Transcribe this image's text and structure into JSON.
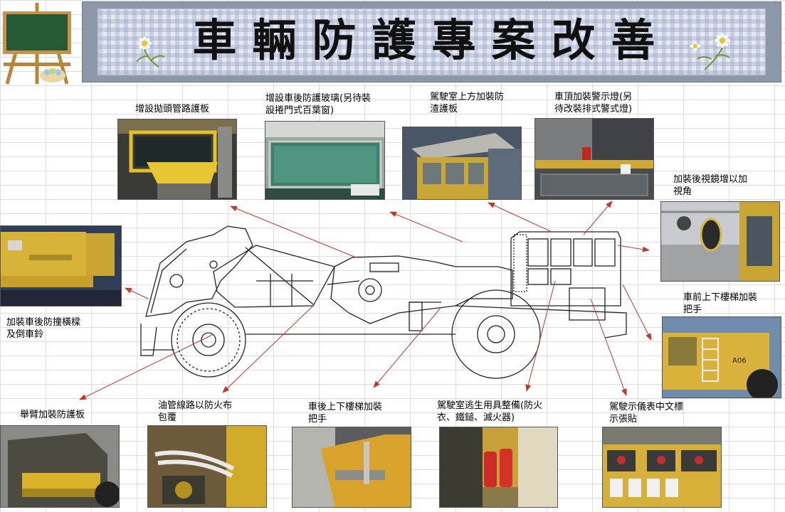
{
  "title": "車輛防護專案改善",
  "labels": {
    "top_1": "增設拋頭管路護板",
    "top_2": "增設車後防護玻璃(另待裝\n設捲門式百葉窗)",
    "top_3": "駕駛室上方加裝防\n渣護板",
    "top_4": "車頂加裝警示燈(另\n待改裝排式警式燈)",
    "right_1": "加裝後視鏡增以加\n視角",
    "right_2": "車前上下樓梯加裝\n把手",
    "left_1": "加裝車後防撞橫樑\n及倒車鈴",
    "bottom_1": "舉臂加裝防護板",
    "bottom_2": "油管線路以防火布\n包覆",
    "bottom_3": "車後上下樓梯加裝\n把手",
    "bottom_4": "駕駛室逃生用具整備(防火\n衣、鐵鎚、滅火器)",
    "bottom_5": "駕駛示儀表中文標\n示張貼"
  },
  "photo_plate": "A06",
  "colors": {
    "arrow": "#c0392b",
    "machine_yellow": "#d9b22a",
    "banner_frame": "#8c97a7"
  }
}
